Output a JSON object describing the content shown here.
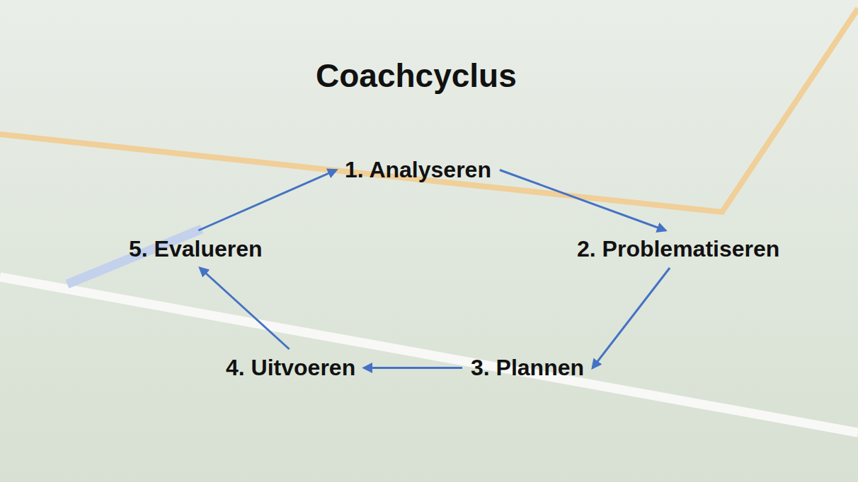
{
  "diagram": {
    "title": "Coachcyclus",
    "nodes": [
      {
        "text": [
          "1. Analyseren"
        ]
      },
      {
        "text": [
          "2. Problematiseren"
        ]
      },
      {
        "text": [
          "3. Plannen"
        ]
      },
      {
        "text": [
          "4. Uitvoeren"
        ]
      },
      {
        "text": [
          "5. Evalueren"
        ]
      }
    ],
    "edges": [
      {
        "from": 0,
        "to": 1,
        "arrow": "to"
      },
      {
        "from": 1,
        "to": 2,
        "arrow": "to"
      },
      {
        "from": 2,
        "to": 3,
        "arrow": "to"
      },
      {
        "from": 3,
        "to": 4,
        "arrow": "to"
      },
      {
        "from": 4,
        "to": 0,
        "arrow": "to"
      }
    ]
  }
}
